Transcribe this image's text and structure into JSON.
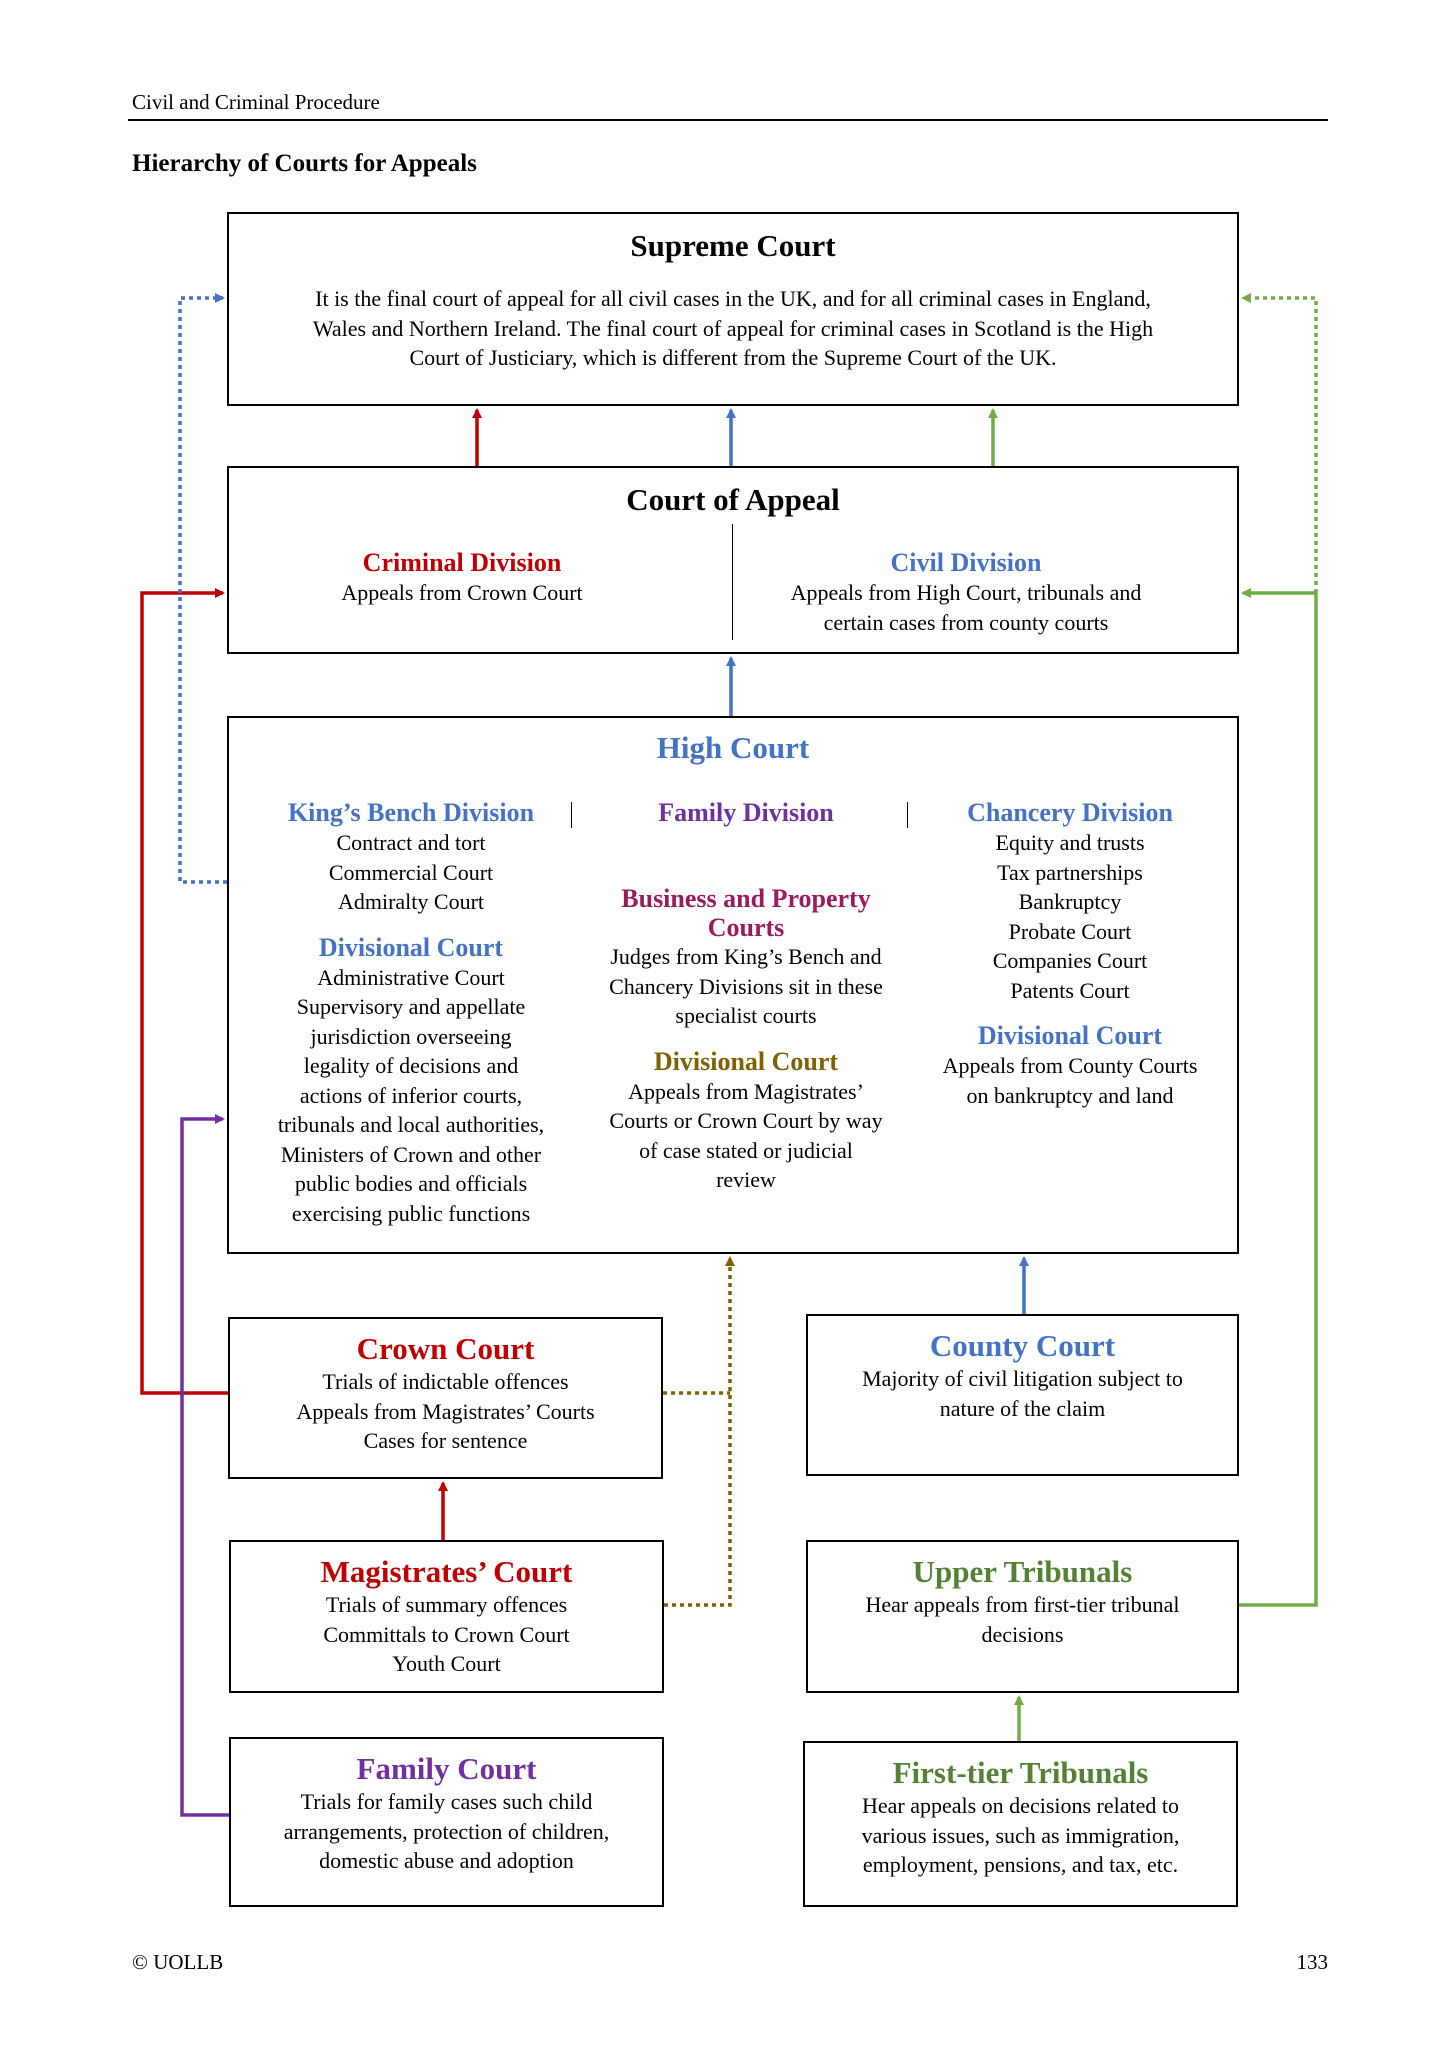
{
  "page": {
    "header": "Civil and Criminal Procedure",
    "title": "Hierarchy of Courts for Appeals",
    "footer_left": "© UOLLB",
    "page_number": "133"
  },
  "colors": {
    "criminal": "#c00000",
    "civil": "#4472c4",
    "family": "#7030a0",
    "tribunal": "#70ad47",
    "divisional": "#806000",
    "business": "#9b1b5e"
  },
  "supreme": {
    "title": "Supreme Court",
    "lines": [
      "It is the final court of appeal for all civil cases in the UK, and for all criminal cases in England,",
      "Wales and Northern Ireland. The final court of appeal for criminal cases in Scotland is the High",
      "Court of Justiciary, which is different from the Supreme Court of the UK."
    ]
  },
  "appeal": {
    "title": "Court of Appeal",
    "criminal_title": "Criminal Division",
    "criminal_lines": [
      "Appeals from Crown Court"
    ],
    "civil_title": "Civil Division",
    "civil_lines": [
      "Appeals from High Court, tribunals and",
      "certain cases from county courts"
    ]
  },
  "high": {
    "title": "High Court",
    "kb_title": "King’s Bench Division",
    "kb_lines": [
      "Contract and tort",
      "Commercial Court",
      "Admiralty Court"
    ],
    "kb_div_title": "Divisional Court",
    "kb_div_lines": [
      "Administrative Court",
      "Supervisory and appellate",
      "jurisdiction overseeing",
      "legality of decisions and",
      "actions of inferior courts,",
      "tribunals and local authorities,",
      "Ministers of Crown and other",
      "public bodies and officials",
      "exercising public functions"
    ],
    "family_title": "Family Division",
    "bp_title_lines": [
      "Business and Property",
      "Courts"
    ],
    "bp_lines": [
      "Judges from King’s Bench and",
      "Chancery Divisions sit in these",
      "specialist courts"
    ],
    "fam_div_title": "Divisional Court",
    "fam_div_lines": [
      "Appeals from Magistrates’",
      "Courts or Crown Court by way",
      "of case stated or judicial",
      "review"
    ],
    "ch_title": "Chancery Division",
    "ch_lines": [
      "Equity and trusts",
      "Tax partnerships",
      "Bankruptcy",
      "Probate Court",
      "Companies Court",
      "Patents Court"
    ],
    "ch_div_title": "Divisional Court",
    "ch_div_lines": [
      "Appeals from County Courts",
      "on bankruptcy and land"
    ]
  },
  "crown": {
    "title": "Crown Court",
    "lines": [
      "Trials of indictable offences",
      "Appeals from Magistrates’ Courts",
      "Cases for sentence"
    ]
  },
  "county": {
    "title": "County Court",
    "lines": [
      "Majority of civil litigation subject to",
      "nature of the claim"
    ]
  },
  "magistrates": {
    "title": "Magistrates’ Court",
    "lines": [
      "Trials of summary offences",
      "Committals to Crown Court",
      "Youth Court"
    ]
  },
  "upper": {
    "title": "Upper Tribunals",
    "lines": [
      "Hear appeals from first-tier tribunal",
      "decisions"
    ]
  },
  "family_court": {
    "title": "Family Court",
    "lines": [
      "Trials for family cases such child",
      "arrangements, protection of children,",
      "domestic abuse and adoption"
    ]
  },
  "first_tier": {
    "title": "First-tier Tribunals",
    "lines": [
      "Hear appeals on decisions related to",
      "various issues, such as immigration,",
      "employment, pensions, and tax, etc."
    ]
  }
}
